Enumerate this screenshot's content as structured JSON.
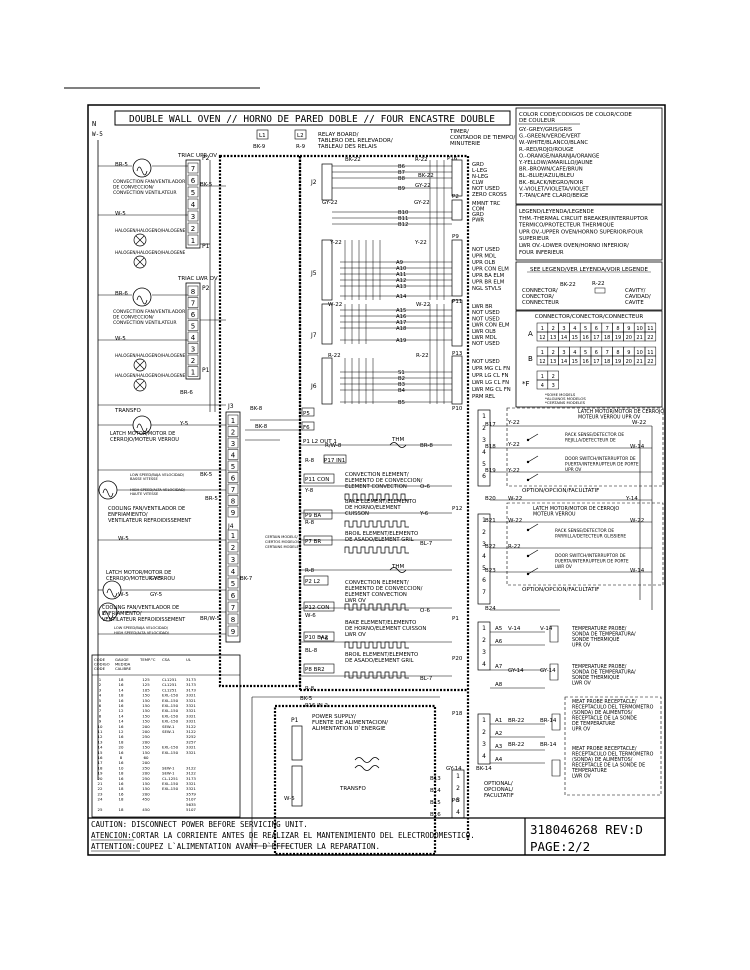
{
  "title": "DOUBLE WALL OVEN // HORNO DE PARED DOBLE // FOUR ENCASTRE DOUBLE",
  "color_codes": {
    "header": [
      "COLOR CODE/CODIGOS DE COLOR/CODE",
      "DE COULEUR"
    ],
    "items": [
      "GY.-GREY/GRIS/GRIS",
      "G.-GREEN/VERDE/VERT",
      "W.-WHITE/BLANCO/BLANC",
      "R.-RED/ROJO/ROUGE",
      "O.-ORANGE/NARANJA/ORANGE",
      "Y.-YELLOW/AMARILLO/JAUNE",
      "BR.-BROWN/CAFE/BRUN",
      "BL.-BLUE/AZUL/BLEU",
      "BK.-BLACK/NEGRO/NOIR",
      "V.-VIOLET/VIOLETA/VIOLET",
      "T.-TAN/CAFE CLARO/BEIGE"
    ]
  },
  "legend": {
    "items": [
      "LEGEND/LEYENDA/LEGENDE",
      "THM.-THERMAL CIRCUIT BREAKER/INTERRUPTOR",
      "TERMICO/PROTECTEUR THERMIQUE",
      "UPR OV.-UPPER OVEN/HORNO SUPERIOR/FOUR",
      "SUPERIEUR",
      "LWR OV.-LOWER OVEN/HORNO INFERIOR/",
      "FOUR INFERIEUR"
    ],
    "see_legend": "SEE LEGEND/VER LEYENDA/VOIR LEGENDE",
    "connector_label": [
      "CONNECTOR/",
      "CONECTOR/",
      "CONNECTEUR"
    ],
    "cavity_label": [
      "CAVITY/",
      "CAVIDAD/",
      "CAVITE"
    ],
    "legend_wires": [
      "BK-22",
      "R-22"
    ],
    "connector_table_title": "CONNECTOR/CONECTOR/CONNECTEUR",
    "row_a": "A",
    "row_b": "B",
    "row_a_top": [
      "1",
      "2",
      "3",
      "4",
      "5",
      "6",
      "7",
      "8",
      "9",
      "10",
      "11"
    ],
    "row_a_bottom": [
      "12",
      "13",
      "14",
      "15",
      "16",
      "17",
      "18",
      "19",
      "20",
      "21",
      "22"
    ],
    "row_b_top": [
      "1",
      "2",
      "3",
      "4",
      "5",
      "6",
      "7",
      "8",
      "9",
      "10",
      "11"
    ],
    "row_b_bottom": [
      "12",
      "13",
      "14",
      "15",
      "16",
      "17",
      "18",
      "19",
      "20",
      "21",
      "22"
    ],
    "row_f_label": "*F",
    "row_f_top": [
      "1",
      "2"
    ],
    "row_f_bottom": [
      "4",
      "3"
    ],
    "small_notes": [
      "*SOME MODELS",
      "*ALGUNOS MODELOS",
      "*CERTAINS MODELES"
    ]
  },
  "relay_board": {
    "label": [
      "RELAY BOARD/",
      "TABLERO DEL RELEVADOR/",
      "TABLEAU DES RELAIS"
    ],
    "l1": "L1",
    "l2": "L2",
    "bk9": "BK-9",
    "r9": "R-9",
    "j2": "J2",
    "j5": "J5",
    "j7": "J7",
    "j6": "J6",
    "j3": "J3",
    "j4": "J4",
    "b_terms": [
      "B6",
      "B7",
      "B8",
      "B9",
      "B10",
      "B11",
      "B12"
    ],
    "a_terms": [
      "A9",
      "A10",
      "A11",
      "A12",
      "A13",
      "A14",
      "A15",
      "A16",
      "A17",
      "A18",
      "A19"
    ],
    "s_terms": [
      "S1",
      "B2",
      "B3",
      "B4",
      "B5"
    ],
    "wires": [
      "BK-22",
      "R-22",
      "BK-22",
      "GY-22",
      "GY-22",
      "GY-22",
      "Y-22",
      "Y-22",
      "W-22",
      "W-22",
      "R-22",
      "R-22"
    ]
  },
  "timer": {
    "label": [
      "TIMER/",
      "CONTADOR DE TIEMPO/",
      "MINUTERIE"
    ],
    "terms1": [
      "GRD",
      "L-LEG",
      "N-LEG",
      "CLW",
      "NOT USED",
      "ZERO CROSS"
    ],
    "terms2": [
      "MMNT TRC",
      "COM",
      "GRD",
      "PWR"
    ],
    "terms3": [
      "NOT USED",
      "UPR MDL",
      "UPR OLB",
      "UPR CON ELM",
      "UPR BA ELM",
      "UPR BR ELM",
      "NGL STVLS"
    ],
    "terms4": [
      "LWR BR",
      "NOT USED",
      "NOT USED",
      "LWR CON ELM",
      "LWR OLB",
      "LWR MDL",
      "NOT USED"
    ],
    "terms5": [
      "NOT USED",
      "UPR MG CL FN",
      "UPR LG CL FN",
      "LWR LG CL FN",
      "LWR MG CL FN",
      "PRM REL"
    ],
    "plugs": [
      "P16",
      "P2",
      "P9",
      "P11",
      "P13",
      "P10",
      "P12",
      "P1",
      "P20",
      "P18",
      "P6"
    ]
  },
  "left_components": {
    "triac_upr": "TRIAC UPR OV",
    "triac_lwr": "TRIAC LWR OV",
    "conv_fan_upper": [
      "CONVECTION FAN/VENTILADOR",
      "DE CONVECCION/",
      "CONVECTION VENTILATEUR"
    ],
    "conv_fan_lower": [
      "CONVECTION FAN/VENTILADOR",
      "DE CONVECCION/",
      "CONVECTION VENTILATEUR"
    ],
    "halogen_upper": [
      "HALOGEN/HALOGENO/HALOGENE",
      "HALOGEN/HALOGENO/HALOGENE"
    ],
    "halogen_lower": [
      "HALOGEN/HALOGENO/HALOGENE",
      "HALOGEN/HALOGENO/HALOGENE"
    ],
    "transfo": "TRANSFO",
    "latch_motor1": [
      "LATCH MOTOR/MOTOR DE",
      "CERROJO/MOTEUR VERROU"
    ],
    "low_speed": [
      "LOW SPEED/BAJA VELOCIDAD/",
      "BASSE VITESSE"
    ],
    "high_speed": [
      "HIGH SPEED/ALTA VELOCIDAD/",
      "HAUTE VITESSE"
    ],
    "cooling_fan1": [
      "COOLING FAN/VENTILADOR DE",
      "ENFRIAMIENTO/",
      "VENTILATEUR REFROIDISSEMENT"
    ],
    "some_models": [
      "CERTAIN MODELS/",
      "CIERTOS MODELOS/",
      "CERTAINS MODELES"
    ],
    "latch_motor2": [
      "LATCH MOTOR/MOTOR DE",
      "CERROJO/MOTEUR VERROU"
    ],
    "cooling_fan2": [
      "COOLING FAN/VENTILADOR DE",
      "ENFRIAMIENTO/",
      "VENTILATEUR REFROIDISSEMENT"
    ],
    "wires": [
      "BR-5",
      "W-5",
      "BK-5",
      "BR-6",
      "W-5",
      "BR-6",
      "Y-5",
      "GY-5",
      "BK-5",
      "BR-5",
      "W-5",
      "GY-5",
      "W-5",
      "BR/W-5",
      "BK-7",
      "BK-8",
      "BK-8"
    ]
  },
  "center_components": {
    "p5": "P5",
    "f6": "F6",
    "p1_l2_out1": "P1 L2 OUT 1",
    "p17_in1": "P17 IN1",
    "thm": "THM",
    "p11_con": "P11 CON",
    "conv_elem_upper": [
      "CONVECTION ELEMENT/",
      "ELEMENTO DE CONVECCION/",
      "ELEMENT CONVECTION"
    ],
    "p9_ba": "P9 BA",
    "bake_upper": [
      "BAKE ELEMENT/ELEMENTO",
      "DE HORNO/ELEMENT",
      "CUISSON"
    ],
    "p7_br": "P7 BR",
    "broil_upper": [
      "BROIL ELEMENT/ELEMENTO",
      "DE ASADO/ELEMENT GRIL"
    ],
    "p2_l2": "P2 L2",
    "conv_elem_lower": [
      "CONVECTION ELEMENT/",
      "ELEMENTO DE CONVECCION/",
      "ELEMENT CONVECTION",
      "LWR OV"
    ],
    "p12_con": "P12 CON",
    "p10_ba2": "P10 BA2",
    "bake_lower": [
      "BAKE ELEMENT/ELEMENTO",
      "DE HORNO/ELEMENT CUISSON",
      "LWR OV"
    ],
    "p8_br2": "P8 BR2",
    "broil_lower": [
      "BROIL ELEMENT/ELEMENTO",
      "DE ASADO/ELEMENT GRIL"
    ],
    "p16_in2": "P16 IN 2",
    "wires": [
      "R/W-8",
      "BR-8",
      "R-8",
      "O-6",
      "Y-8",
      "Y-6",
      "R-8",
      "BL-7",
      "R-8",
      "O-6",
      "W-6",
      "Y-6",
      "BL-8",
      "BL-7",
      "R-8"
    ],
    "power_supply": [
      "POWER SUPPLY/",
      "FUENTE DE ALIMENTACION/",
      "ALIMENTATION D`ENERGIE"
    ],
    "transfo": "TRANSFO",
    "bk5": "BK-5",
    "w5": "W-5",
    "p1_bottom": "P1"
  },
  "right_components": {
    "latch_upper": [
      "LATCH MOTOR/MOTOR DE CERROJO",
      "MOTEUR VERROU UPR OV"
    ],
    "rack_sense": [
      "RACK SENSE/DETECTOR DE",
      "REJILLA/DETECTEUR DE"
    ],
    "door_switch_upper": [
      "DOOR SWITCH/INTERRUPTOR DE",
      "PUERTA/INTERRUPTEUR DE PORTE",
      "UPR OV"
    ],
    "option1": "OPTION/OPCION/FACULTATIF",
    "latch_lower": [
      "LATCH MOTOR/MOTOR DE CERROJO",
      "MOTEUR VERROU"
    ],
    "rack_sense2": [
      "RACK SENSE/DETECTOR DE",
      "PARRILLA/DETECTEUR GLISSIERE"
    ],
    "door_switch_lower": [
      "DOOR SWITCH/INTERRUPTOR DE",
      "PUERTA/INTERRUPTEUR DE PORTE",
      "LWR OV"
    ],
    "option2": "OPTION/OPCION/FACULTATIF",
    "temp_probe_upper": [
      "TEMPERATURE PROBE/",
      "SONDA DE TEMPERATURA/",
      "SONDE THERMIQUE",
      "UPR OV"
    ],
    "temp_probe_lower": [
      "TEMPERATURE PROBE/",
      "SONDA DE TEMPERATURA/",
      "SONDE THERMIQUE",
      "LWR OV"
    ],
    "meat_probe_upper": [
      "MEAT PROBE RECEPTACLE/",
      "RECEPTACULO DEL TERMOMETRO",
      "(SONDA) DE ALIMENTOS/",
      "RECEPTACLE DE LA SONDE",
      "DE TEMPERATURE",
      "UPR OV"
    ],
    "meat_probe_lower": [
      "MEAT PROBE RECEPTACLE/",
      "RECEPTACULO DEL TERMOMETRO",
      "(SONDA) DE ALIMENTOS/",
      "RECEPTACLE DE LA SONDE DE",
      "TEMPERATURE",
      "LWR OV"
    ],
    "optional": [
      "OPTIONAL/",
      "OPCIONAL/",
      "FACULTATIF"
    ],
    "b_terms": [
      "B17",
      "B18",
      "B19",
      "B20",
      "B21",
      "B22",
      "B23",
      "B24"
    ],
    "a_terms": [
      "A5",
      "A6",
      "A7",
      "A8",
      "A1",
      "A2",
      "A3",
      "A4"
    ],
    "s_terms": [
      "B13",
      "B14",
      "B15",
      "B16"
    ],
    "wires": [
      "Y-22",
      "W-22",
      "W-14",
      "Y-22",
      "Y-22",
      "W-22",
      "Y-14",
      "W-22",
      "W-22",
      "R-22",
      "W-14",
      "V-14",
      "V-14",
      "GY-14",
      "GY-14",
      "BR-22",
      "BR-14",
      "BR-22",
      "BR-14",
      "BK-14",
      "GY-14"
    ]
  },
  "gauge_table": {
    "headers": [
      "CODE\nCODIGO\nCODE",
      "GAUGE\nMEDIDA\nCALIBRE",
      "TEMP.°C",
      "CSA",
      "UL"
    ],
    "rows": [
      [
        "1",
        "18",
        "125",
        "CL1251",
        "3173"
      ],
      [
        "2",
        "16",
        "125",
        "CL1251",
        "3173"
      ],
      [
        "3",
        "14",
        "105",
        "CL1251",
        "3173"
      ],
      [
        "4",
        "18",
        "150",
        "EXL-150",
        "3321"
      ],
      [
        "5",
        "16",
        "150",
        "EXL-150",
        "3321"
      ],
      [
        "6",
        "16",
        "150",
        "EXL-150",
        "3321"
      ],
      [
        "7",
        "12",
        "150",
        "EXL-150",
        "3321"
      ],
      [
        "8",
        "14",
        "150",
        "EXL-150",
        "3321"
      ],
      [
        "9",
        "14",
        "150",
        "EXL-150",
        "3321"
      ],
      [
        "10",
        "16",
        "200",
        "SEW-1",
        "3122"
      ],
      [
        "11",
        "12",
        "200",
        "SEW-1",
        "3122"
      ],
      [
        "12",
        "16",
        "250",
        "",
        "3252"
      ],
      [
        "13",
        "18",
        "200",
        "",
        "3257"
      ],
      [
        "14",
        "20",
        "150",
        "EXL-150",
        "3321"
      ],
      [
        "15",
        "16",
        "150",
        "EXL-150",
        "3321"
      ],
      [
        "16",
        "8",
        "60",
        "",
        ""
      ],
      [
        "17",
        "16",
        "200",
        "",
        ""
      ],
      [
        "18",
        "10",
        "250",
        "SEW-1",
        "3122"
      ],
      [
        "19",
        "18",
        "200",
        "SEW-1",
        "3122"
      ],
      [
        "20",
        "16",
        "250",
        "CL-1251",
        "3173"
      ],
      [
        "21",
        "16",
        "150",
        "EXL-150",
        "3321"
      ],
      [
        "22",
        "18",
        "150",
        "EXL-150",
        "3321"
      ],
      [
        "23",
        "16",
        "200",
        "",
        "3579"
      ],
      [
        "24",
        "18",
        "450",
        "",
        "5107"
      ],
      [
        "",
        "",
        "",
        "",
        "5635"
      ],
      [
        "25",
        "18",
        "450",
        "",
        "5107"
      ]
    ]
  },
  "caution": [
    "CAUTION: DISCONNECT POWER BEFORE SERVICING UNIT.",
    "ATENCION:CORTAR LA CORRIENTE ANTES DE REALIZAR EL MANTENIMIENTO DEL ELECTRODOMESTICO.",
    "ATTENTION:COUPEZ L`ALIMENTATION AVANT D`EFFECTUER LA REPARATION."
  ],
  "doc_number": "318046268 REV:D",
  "page": "PAGE:2/2",
  "n_label": "N",
  "w5_label": "W-5"
}
